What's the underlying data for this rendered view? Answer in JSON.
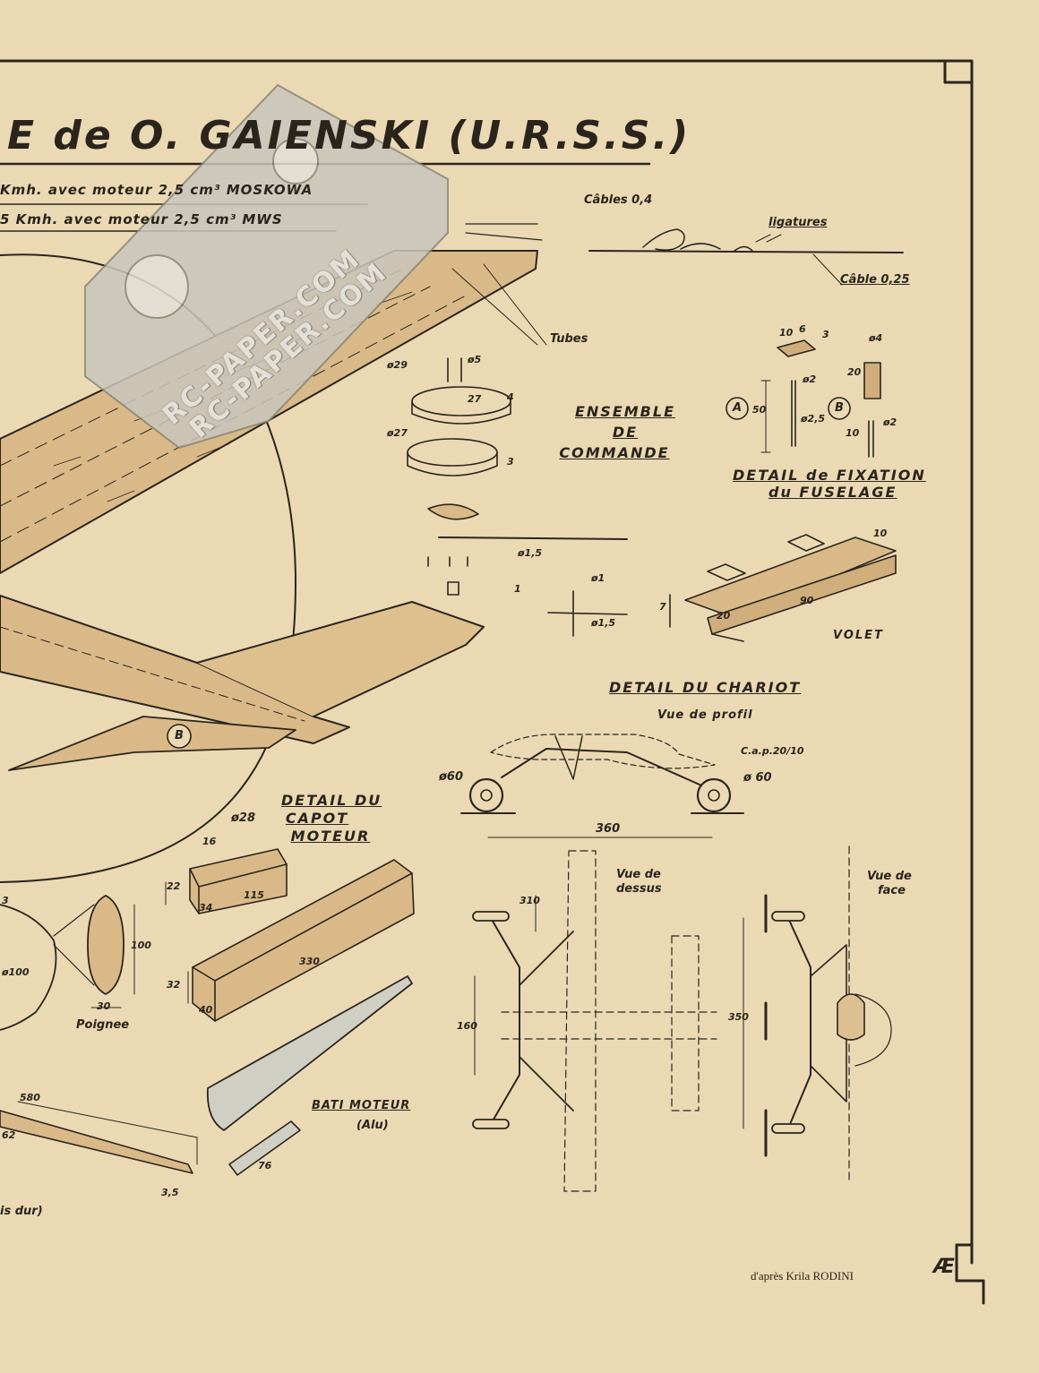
{
  "title": "E de O. GAIENSKI (U.R.S.S.)",
  "subtitle_lines": [
    "Kmh. avec moteur 2,5 cm³ MOSKOWA",
    "5 Kmh. avec moteur 2,5 cm³ MWS"
  ],
  "watermark": [
    "RC-PAPER.COM",
    "RC-PAPER.COM"
  ],
  "cable_detail": {
    "cables_label": "Câbles 0,4",
    "ligatures_label": "ligatures",
    "cable_thin_label": "Câble 0,25",
    "tubes_label": "Tubes"
  },
  "commande": {
    "title": [
      "ENSEMBLE",
      "DE",
      "COMMANDE"
    ],
    "dims": [
      "ø5",
      "ø29",
      "27",
      "4",
      "ø27",
      "3",
      "ø1,5",
      "ø1",
      "ø1,5",
      "1"
    ]
  },
  "fixation": {
    "title": [
      "DETAIL de FIXATION",
      "du FUSELAGE"
    ],
    "markers": [
      "A",
      "B"
    ],
    "dims": [
      "10",
      "6",
      "3",
      "ø4",
      "ø2",
      "20",
      "50",
      "ø2,5",
      "ø2",
      "10"
    ]
  },
  "volet": {
    "label": "VOLET",
    "dims": [
      "10",
      "90",
      "20",
      "7"
    ]
  },
  "chariot": {
    "title": "DETAIL DU CHARIOT",
    "profile_label": "Vue de profil",
    "wire_label": "C.a.p.20/10",
    "wheel_left": "ø60",
    "wheel_right": "ø 60",
    "length": "360",
    "top_view_label": [
      "Vue de",
      "dessus"
    ],
    "front_view_label": [
      "Vue de",
      "face"
    ],
    "top_dims": [
      "310",
      "160"
    ],
    "front_dims": [
      "350"
    ]
  },
  "capot": {
    "title": [
      "DETAIL DU",
      "CAPOT",
      "MOTEUR"
    ],
    "dims": [
      "ø28",
      "16",
      "22",
      "34",
      "115",
      "330",
      "32",
      "40"
    ]
  },
  "bati": {
    "title": "BATI MOTEUR",
    "material": "(Alu)",
    "dims": [
      "76"
    ]
  },
  "poignee": {
    "label": "Poignee",
    "dims": [
      "100",
      "30",
      "ø100",
      "3"
    ]
  },
  "wing_panel": {
    "dims": [
      "580",
      "62",
      "3,5"
    ],
    "note": "is dur)"
  },
  "marker_b": "B",
  "credit": "d'après Krila RODINI",
  "signature": "Æ"
}
